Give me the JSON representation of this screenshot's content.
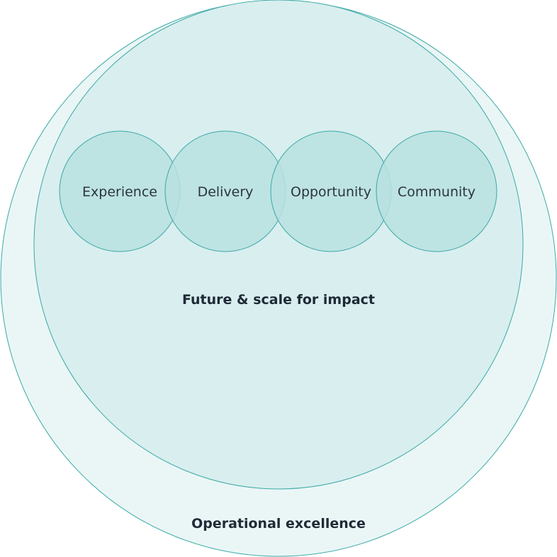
{
  "diagram": {
    "outer_label": "Operational excellence",
    "inner_label": "Future & scale for impact",
    "pillars": [
      {
        "label": "Experience"
      },
      {
        "label": "Delivery"
      },
      {
        "label": "Opportunity"
      },
      {
        "label": "Community"
      }
    ]
  },
  "colors": {
    "stroke": "#3aa9a6",
    "outer_fill": "#eaf6f6",
    "inner_fill": "#d9eeef",
    "pillar_fill": "#b8e1e0",
    "overlap_fill": "#9fd3d1",
    "text": "#2b3540"
  }
}
